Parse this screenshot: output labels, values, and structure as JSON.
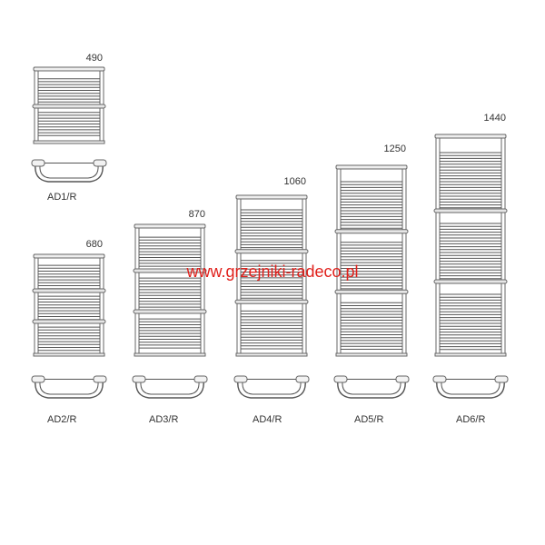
{
  "watermark": {
    "text": "www.grzejniki-radeco.pl",
    "color": "#e0201b"
  },
  "colors": {
    "line": "#555555",
    "frame": "#666666"
  },
  "radiators": [
    {
      "model": "AD1/R",
      "height": "490"
    },
    {
      "model": "AD2/R",
      "height": "680"
    },
    {
      "model": "AD3/R",
      "height": "870"
    },
    {
      "model": "AD4/R",
      "height": "1060"
    },
    {
      "model": "AD5/R",
      "height": "1250"
    },
    {
      "model": "AD6/R",
      "height": "1440"
    }
  ]
}
